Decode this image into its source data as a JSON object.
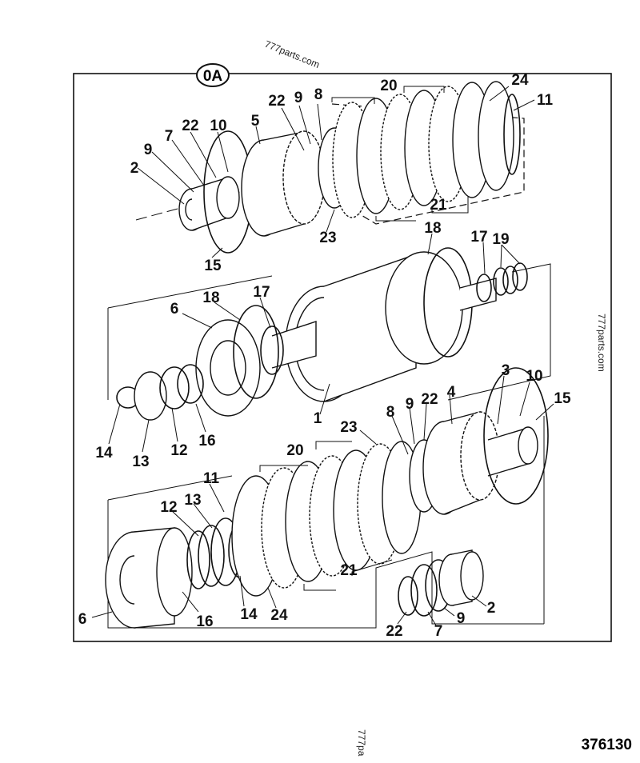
{
  "figure": {
    "view_label": "0A",
    "figure_number": "376130",
    "watermarks": [
      "777parts.com",
      "777parts.com",
      "777pa"
    ]
  },
  "callouts": {
    "top_group": [
      "24",
      "11",
      "20",
      "22",
      "9",
      "8",
      "22",
      "10",
      "5",
      "7",
      "9",
      "2",
      "21",
      "23",
      "15"
    ],
    "middle_group": [
      "18",
      "17",
      "19",
      "18",
      "17",
      "6",
      "14",
      "13",
      "12",
      "16",
      "1"
    ],
    "bottom_group": [
      "3",
      "10",
      "15",
      "4",
      "22",
      "9",
      "8",
      "23",
      "20",
      "11",
      "13",
      "12",
      "21",
      "6",
      "16",
      "14",
      "24",
      "2",
      "9",
      "7",
      "22"
    ]
  }
}
